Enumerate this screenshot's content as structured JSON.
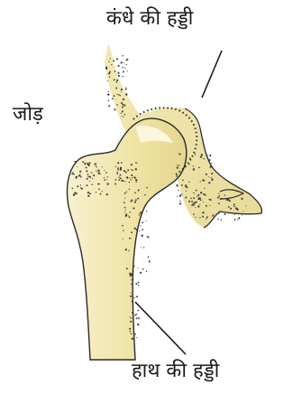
{
  "labels": {
    "shoulder_bone": "कंधे की हड्डी",
    "joint": "जोड़",
    "arm_bone": "हाथ की हड्डी"
  },
  "colors": {
    "bone_fill": "#efe4a8",
    "bone_highlight": "#fbf6dc",
    "outline": "#2a2a2a",
    "stipple": "#3a3a3a"
  }
}
